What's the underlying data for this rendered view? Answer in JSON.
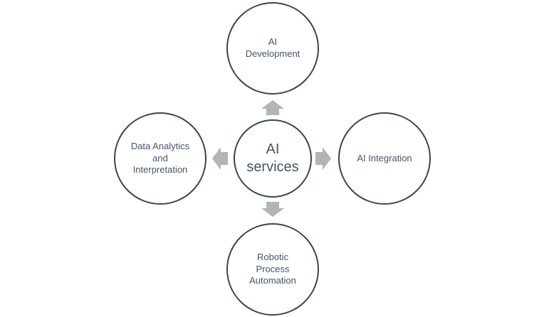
{
  "center": {
    "label": "AI\nservices"
  },
  "nodes": {
    "top": {
      "label": "AI\nDevelopment"
    },
    "right": {
      "label": "AI Integration"
    },
    "bottom": {
      "label": "Robotic\nProcess\nAutomation"
    },
    "left": {
      "label": "Data Analytics\nand\nInterpretation"
    }
  },
  "colors": {
    "circle_border": "#3a4452",
    "text": "#44546a",
    "arrow_fill": "#b1b4b8"
  }
}
